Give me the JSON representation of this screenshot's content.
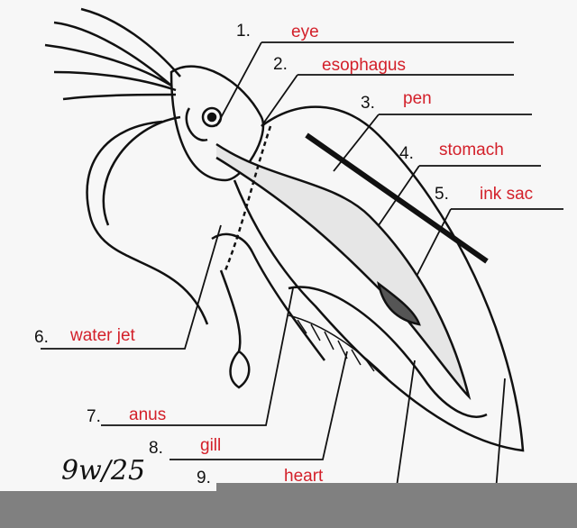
{
  "title": "Squid anatomy",
  "labels": [
    {
      "num": "1.",
      "name": "eye"
    },
    {
      "num": "2.",
      "name": "esophagus"
    },
    {
      "num": "3.",
      "name": "pen"
    },
    {
      "num": "4.",
      "name": "stomach"
    },
    {
      "num": "5.",
      "name": "ink sac"
    },
    {
      "num": "6.",
      "name": "water jet"
    },
    {
      "num": "7.",
      "name": "anus"
    },
    {
      "num": "8.",
      "name": "gill"
    },
    {
      "num": "9.",
      "name": "heart"
    }
  ],
  "handwriting": "9w/25"
}
